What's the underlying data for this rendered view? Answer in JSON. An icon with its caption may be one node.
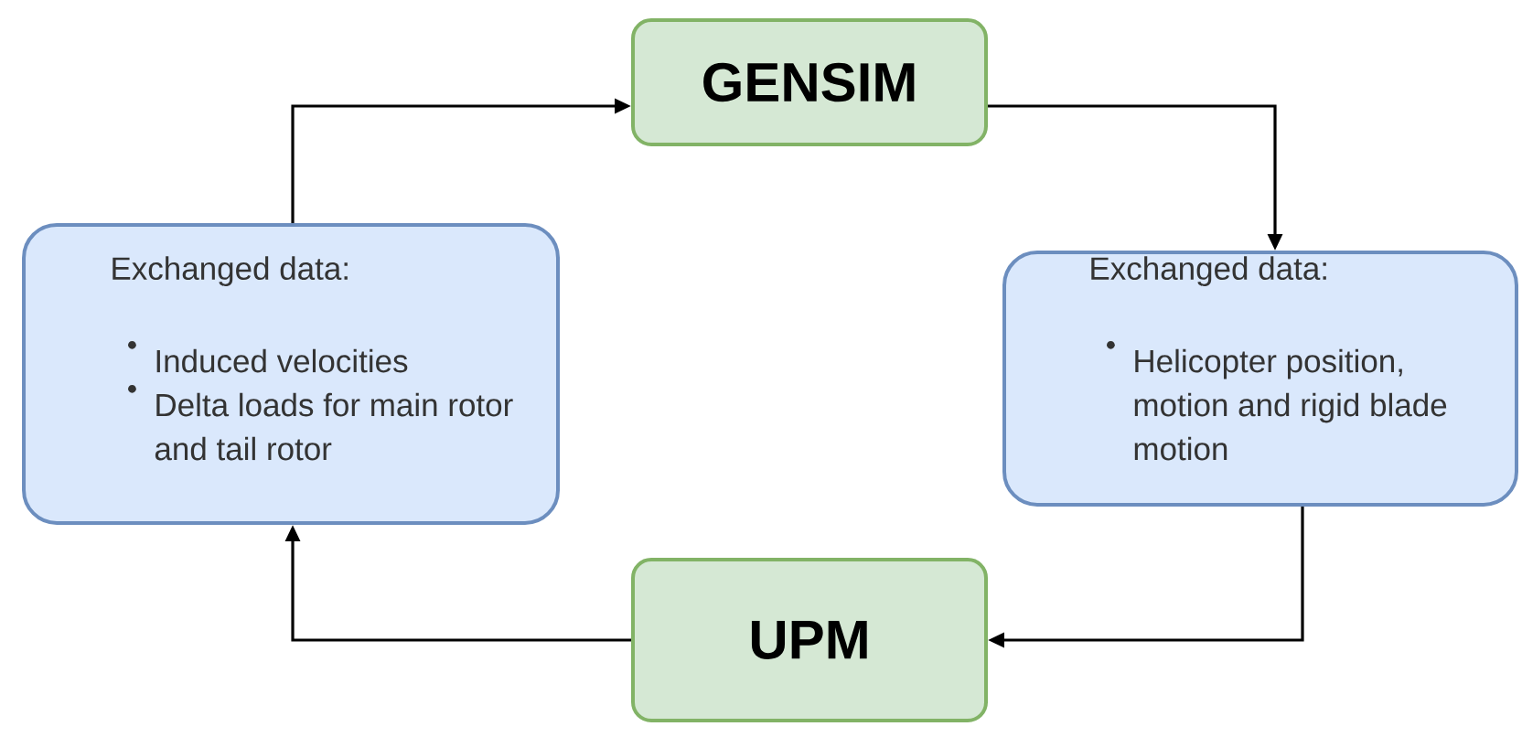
{
  "diagram": {
    "nodes": [
      {
        "text": [
          "GENSIM"
        ]
      },
      {
        "text": [
          "Exchanged data:",
          "Induced velocities",
          "Delta loads for main rotor and tail rotor"
        ]
      },
      {
        "text": [
          "Exchanged data:",
          "Helicopter position, motion and rigid blade motion"
        ]
      },
      {
        "text": [
          "UPM"
        ]
      }
    ],
    "edges": [
      {
        "from": 1,
        "to": 0,
        "arrow": "to"
      },
      {
        "from": 0,
        "to": 2,
        "arrow": "to"
      },
      {
        "from": 2,
        "to": 3,
        "arrow": "to"
      },
      {
        "from": 3,
        "to": 1,
        "arrow": "to"
      }
    ]
  }
}
